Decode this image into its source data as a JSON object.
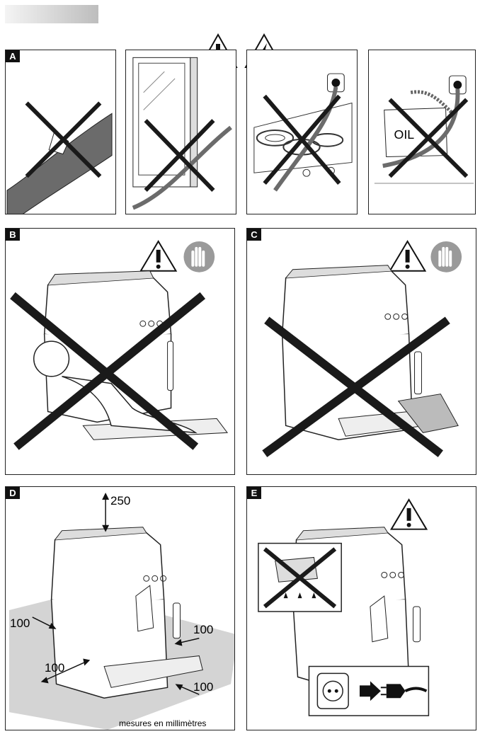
{
  "panels": {
    "a": {
      "label": "A"
    },
    "b": {
      "label": "B"
    },
    "c": {
      "label": "C"
    },
    "d": {
      "label": "D"
    },
    "e": {
      "label": "E"
    }
  },
  "panel_a": {
    "sub3_text": "OIL"
  },
  "panel_d": {
    "dim_top": "250",
    "dim_left_back": "100",
    "dim_right": "100",
    "dim_left_front": "100",
    "dim_front": "100",
    "note": "mesures en millimètres"
  },
  "icons": [
    "warning-triangle-icon",
    "electric-hazard-icon",
    "hand-stop-icon",
    "plug-icon",
    "socket-icon",
    "cross-icon"
  ],
  "colors": {
    "ink": "#111111",
    "floor": "#d4d4d4",
    "cross": "#1a1a1a"
  }
}
